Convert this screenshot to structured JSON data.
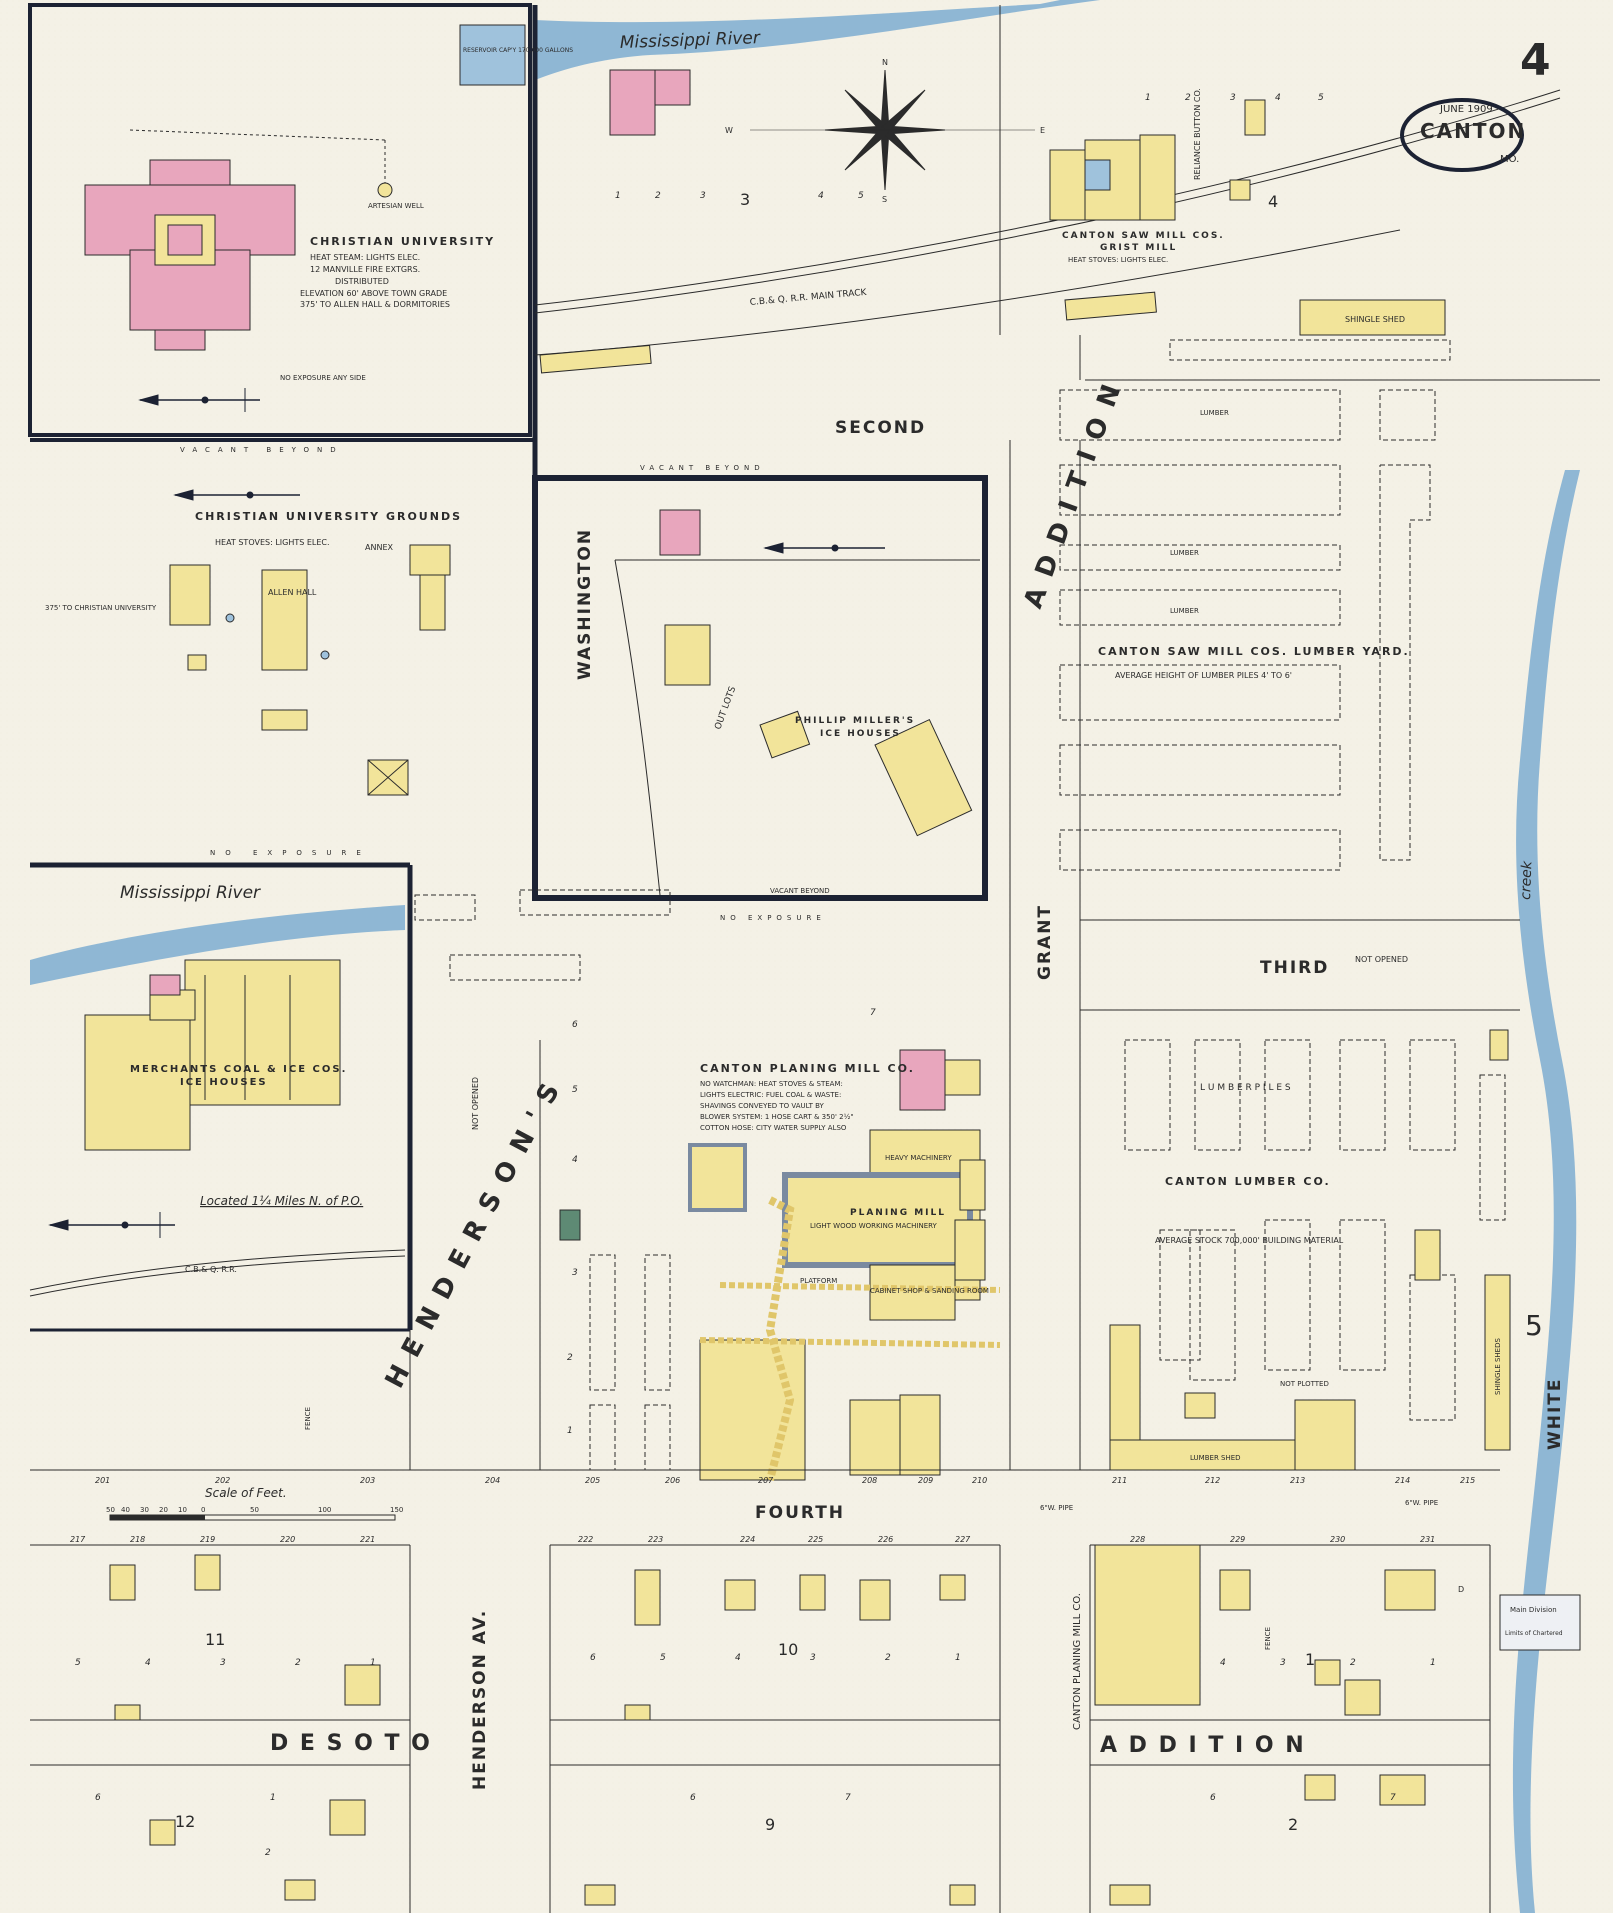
{
  "sheet": {
    "number": "4",
    "date": "JUNE 1909",
    "town": "CANTON",
    "state": "MO."
  },
  "colors": {
    "paper": "#f4f1e6",
    "frame": "#1c2233",
    "river": "#8fb7d4",
    "frame_building": "#f2e49a",
    "brick_building": "#e8a6bd",
    "stone_building": "#9fc2dc",
    "ink": "#2b2b2b"
  },
  "rivers": {
    "top": "Mississippi River",
    "inset": "Mississippi River",
    "creek_a": "creek",
    "creek_b": "WHITE",
    "creek_number": "5"
  },
  "streets": {
    "second": "SECOND",
    "third": "THIRD",
    "third_note": "NOT OPENED",
    "fourth": "FOURTH",
    "washington": "WASHINGTON",
    "grant": "GRANT",
    "henderson_av": "HENDERSON AV.",
    "hendersons": "H E N D E R S O N ' S",
    "de_soto": "D E     S O T O",
    "addition": "A D D I T I O N",
    "addition_top": "A D D I T I O N",
    "not_opened": "NOT OPENED",
    "not_plotted": "NOT PLOTTED"
  },
  "block_numbers": [
    "3",
    "4",
    "11",
    "10",
    "1",
    "12",
    "9",
    "2"
  ],
  "insets": {
    "university": {
      "title": "CHRISTIAN UNIVERSITY",
      "note1": "HEAT STEAM: LIGHTS ELEC.",
      "note2": "12 MANVILLE FIRE EXTGRS.",
      "note3": "DISTRIBUTED",
      "note4": "ELEVATION 60' ABOVE TOWN GRADE",
      "note5": "375' TO ALLEN HALL & DORMITORIES",
      "exposure": "NO EXPOSURE ANY SIDE",
      "reservoir": "RESERVOIR CAP'Y 170,000 GALLONS",
      "well": "ARTESIAN WELL"
    },
    "grounds": {
      "title": "CHRISTIAN UNIVERSITY GROUNDS",
      "heat": "HEAT STOVES: LIGHTS ELEC.",
      "annex": "ANNEX",
      "allen_hall": "ALLEN HALL",
      "distance": "375' TO CHRISTIAN UNIVERSITY",
      "vacant": "VACANT BEYOND",
      "exposure": "NO EXPOSURE"
    },
    "ice": {
      "title": "MERCHANTS COAL & ICE COS.",
      "subtitle": "ICE HOUSES",
      "located": "Located 1¼ Miles N. of P.O.",
      "railroad": "C.B.& Q. R.R.",
      "not_opened": "NOT OPENED"
    },
    "miller": {
      "title": "PHILLIP MILLER'S",
      "subtitle": "ICE HOUSES",
      "out_lots": "OUT LOTS",
      "vacant": "VACANT BEYOND"
    }
  },
  "labels": {
    "railroad": "C.B.& Q. R.R.   MAIN TRACK",
    "saw_mill": "CANTON SAW MILL COS.",
    "grist_mill": "GRIST MILL",
    "grist_note": "HEAT STOVES: LIGHTS ELEC.",
    "reliance": "RELIANCE BUTTON CO.",
    "shingle_shed": "SHINGLE SHED",
    "lumber": "LUMBER",
    "lumber_yard": "CANTON SAW MILL COS. LUMBER YARD.",
    "lumber_yard_note": "AVERAGE HEIGHT OF LUMBER PILES 4' TO 6'",
    "planing_mill": "CANTON PLANING MILL CO.",
    "planing_note1": "NO WATCHMAN: HEAT STOVES & STEAM:",
    "planing_note2": "LIGHTS ELECTRIC: FUEL COAL & WASTE:",
    "planing_note3": "SHAVINGS CONVEYED TO VAULT BY",
    "planing_note4": "BLOWER SYSTEM: 1 HOSE CART & 350' 2½\"",
    "planing_note5": "COTTON HOSE: CITY WATER SUPPLY ALSO",
    "heavy_machinery": "HEAVY MACHINERY",
    "planing_mill_bldg": "PLANING MILL",
    "light_wood": "LIGHT WOOD WORKING MACHINERY",
    "cabinet_shop": "CABINET SHOP & SANDING ROOM",
    "platform": "PLATFORM",
    "lumber_co": "CANTON LUMBER CO.",
    "lumber_piles": "L U M B E R    P I L E S",
    "lumber_co_note": "AVERAGE STOCK 700,000' BUILDING MATERIAL",
    "lumber_shed": "LUMBER SHED",
    "shingle_sheds": "SHINGLE SHEDS",
    "planing_mill_co_vertical": "CANTON PLANING MILL CO.",
    "vacant_beyond": "VACANT BEYOND",
    "no_exposure": "NO EXPOSURE",
    "main_division": "Main Division",
    "lineville": "Limits of Chartered",
    "fence": "FENCE",
    "dwelling": "D",
    "scale": "Scale of Feet.",
    "pipe1": "6\"W. PIPE",
    "pipe2": "6\"W. PIPE"
  },
  "scale_ticks": [
    "50",
    "40",
    "30",
    "20",
    "10",
    "0",
    "50",
    "100",
    "150"
  ],
  "lot_numbers": {
    "block3": [
      "1",
      "2",
      "3",
      "4",
      "5"
    ],
    "block4": [
      "1",
      "2",
      "3",
      "4",
      "5"
    ],
    "block11": [
      "5",
      "4",
      "3",
      "2",
      "1"
    ],
    "block10": [
      "6",
      "5",
      "4",
      "3",
      "2",
      "1"
    ],
    "block1": [
      "4",
      "3",
      "2",
      "1"
    ],
    "block12": [
      "6",
      "1",
      "2"
    ],
    "block9": [
      "6",
      "7"
    ],
    "block2": [
      "6",
      "7"
    ],
    "hendersons": [
      "7",
      "6",
      "5",
      "4",
      "3",
      "2",
      "1"
    ]
  },
  "address_numbers": {
    "fourth_north": [
      "201",
      "202",
      "203",
      "204",
      "205",
      "206",
      "207",
      "208",
      "209",
      "210",
      "211",
      "212",
      "213",
      "214",
      "215"
    ],
    "fourth_south": [
      "217",
      "218",
      "219",
      "220",
      "221",
      "222",
      "223",
      "224",
      "225",
      "226",
      "227",
      "228",
      "229",
      "230",
      "231"
    ]
  },
  "compass": {
    "n": "N",
    "e": "E",
    "s": "S",
    "w": "W"
  }
}
